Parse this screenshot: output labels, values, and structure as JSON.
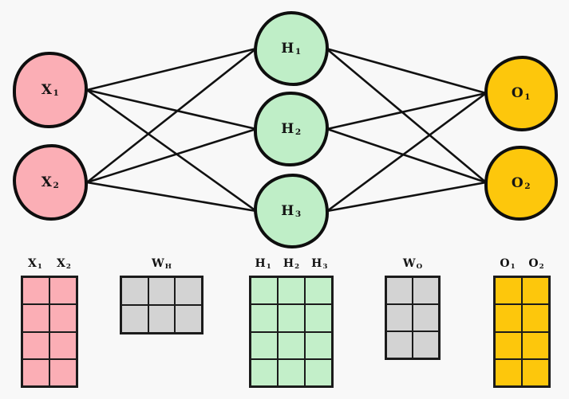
{
  "colors": {
    "background": "#f8f8f8",
    "input_fill": "#fbaeb5",
    "hidden_fill": "#bfeec7",
    "output_fill": "#fdc70c",
    "weight_fill": "#d3d3d3",
    "stroke": "#0e0e0e"
  },
  "network": {
    "input_nodes": [
      {
        "main": "X",
        "sub": "1"
      },
      {
        "main": "X",
        "sub": "2"
      }
    ],
    "hidden_nodes": [
      {
        "main": "H",
        "sub": "1"
      },
      {
        "main": "H",
        "sub": "2"
      },
      {
        "main": "H",
        "sub": "3"
      }
    ],
    "output_nodes": [
      {
        "main": "O",
        "sub": "1"
      },
      {
        "main": "O",
        "sub": "2"
      }
    ],
    "edges": [
      "X1-H1",
      "X1-H2",
      "X1-H3",
      "X2-H1",
      "X2-H2",
      "X2-H3",
      "H1-O1",
      "H1-O2",
      "H2-O1",
      "H2-O2",
      "H3-O1",
      "H3-O2"
    ]
  },
  "matrices": [
    {
      "id": "input-matrix",
      "headers": [
        {
          "main": "X",
          "sub": "1"
        },
        {
          "main": "X",
          "sub": "2"
        }
      ],
      "rows": 4,
      "cols": 2,
      "fill": "#fbaeb5"
    },
    {
      "id": "hidden-weights-matrix",
      "headers": [
        {
          "main": "W",
          "sub": "H"
        }
      ],
      "rows": 2,
      "cols": 3,
      "fill": "#d3d3d3"
    },
    {
      "id": "hidden-matrix",
      "headers": [
        {
          "main": "H",
          "sub": "1"
        },
        {
          "main": "H",
          "sub": "2"
        },
        {
          "main": "H",
          "sub": "3"
        }
      ],
      "rows": 4,
      "cols": 3,
      "fill": "#c3efc9"
    },
    {
      "id": "output-weights-matrix",
      "headers": [
        {
          "main": "W",
          "sub": "O"
        }
      ],
      "rows": 3,
      "cols": 2,
      "fill": "#d3d3d3"
    },
    {
      "id": "output-matrix",
      "headers": [
        {
          "main": "O",
          "sub": "1"
        },
        {
          "main": "O",
          "sub": "2"
        }
      ],
      "rows": 4,
      "cols": 2,
      "fill": "#fdc70c"
    }
  ]
}
